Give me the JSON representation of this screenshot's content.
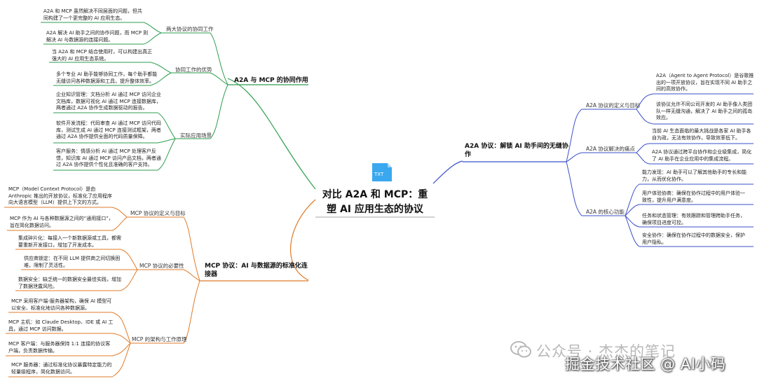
{
  "root": {
    "line1": "对比 A2A 和 MCP：重",
    "line2": "塑 AI 应用生态的协议"
  },
  "icon_label": "TXT",
  "branches": {
    "synergy": {
      "title": "A2A 与 MCP 的协同作用",
      "sub1": {
        "label": "两大协议的协同工作",
        "leaves": [
          "A2A 和 MCP 虽然解决不同层面的问题，但共同构建了一个更完整的 AI 应用生态。",
          "A2A 解决 AI 助手之间的协作问题，而 MCP 则解决 AI 与数据源的连接问题。"
        ]
      },
      "sub2": {
        "label": "协同工作的优势",
        "leaves": [
          "当 A2A 和 MCP 结合使用时，可以构建出真正强大的 AI 应用生态系统。",
          "多个专业 AI 助手能够协同工作，每个助手都能无缝访问各种数据源和工具，提升整体效率。"
        ]
      },
      "sub3": {
        "label": "实际应用场景",
        "leaves": [
          "企业知识管理：文档分析 AI 通过 MCP 访问企业文档库，数据可视化 AI 通过 MCP 连接数据库，两者通过 A2A 协作生成数据驱动的报告。",
          "软件开发流程：代码审查 AI 通过 MCP 访问代码库，测试生成 AI 通过 MCP 连接测试框架，两者通过 A2A 协作提供全面的代码质量保障。",
          "客户服务：情感分析 AI 通过 MCP 处理客户反馈，知识库 AI 通过 MCP 访问产品文档，两者通过 A2A 协作提供个性化且准确的客户支持。"
        ]
      }
    },
    "mcp": {
      "title_line1": "MCP 协议：AI 与数据源的标准化连",
      "title_line2": "接器",
      "sub1": {
        "label": "MCP 协议的定义与目标",
        "leaves": [
          "MCP（Model Context Protocol）是由 Anthropic 推出的开放协议，标准化了应用程序向大语言模型（LLM）提供上下文的方式。",
          "MCP 作为 AI 与各种数据源之间的“通用接口”，旨在简化数据访问。"
        ]
      },
      "sub2": {
        "label": "MCP 协议的必要性",
        "leaves": [
          "集成碎片化：每接入一个新数据源或工具，都需要重新开发接口，增加了开发成本。",
          "供应商锁定：在不同 LLM 提供商之间切换困难，限制了灵活性。",
          "数据安全：缺乏统一的数据安全最佳实践，增加了数据泄露风险。"
        ]
      },
      "sub3": {
        "label": "MCP 的架构与工作原理",
        "leaves": [
          "MCP 采用客户端-服务器架构，确保 AI 模型可以安全、标准化地访问各种数据源。",
          "MCP 主机：如 Claude Desktop、IDE 或 AI 工具，通过 MCP 访问数据。",
          "MCP 客户端：与服务器保持 1:1 连接的协议客户端，负责数据传输。",
          "MCP 服务器：通过标准化协议暴露特定能力的轻量级程序，简化数据访问。"
        ]
      }
    },
    "a2a": {
      "title_line1": "A2A 协议：解锁 AI 助手间的无缝协",
      "title_line2": "作",
      "sub1": {
        "label": "A2A 协议的定义与目标",
        "leaves": [
          "A2A（Agent to Agent Protocol）是谷歌推出的一项开放协议，旨在实现不同 AI 助手之间的高效协作。",
          "该协议允许不同公司开发的 AI 助手像人类团队一样无缝沟通，解决了 AI 助手之间的孤岛效应。"
        ]
      },
      "sub2": {
        "label": "A2A 协议解决的痛点",
        "leaves": [
          "当前 AI 生态面临的最大挑战是各家 AI 助手各自为政，无法有效协作，导致效率低下。",
          "A2A 协议通过跨平台协作和企业级集成，简化了 AI 助手在企业应用中的集成流程。"
        ]
      },
      "sub3": {
        "label": "A2A 的核心功能",
        "leaves": [
          "能力发现：AI 助手可以了解其他助手的专长和能力，从而优化协作。",
          "用户体验协商：确保在协作过程中的用户体验一致性，提升用户满意度。",
          "任务和状态管理：有效跟踪和管理跨助手任务，确保项目进度可控。",
          "安全协作：确保在协作过程中的数据安全，保护用户隐私。"
        ]
      }
    }
  },
  "watermark": {
    "line1": "公众号 · 杰杰的笔记",
    "line2": "掘金技术社区 @ AI小码"
  },
  "colors": {
    "green": "#2e9e4f",
    "orange": "#e07b2a",
    "blue": "#3a4fc7"
  }
}
